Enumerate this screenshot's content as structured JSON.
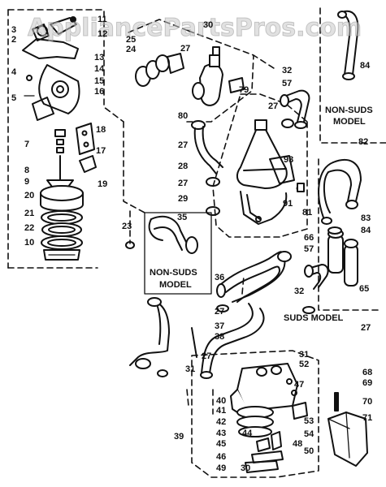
{
  "watermark": "AppliancePartsPros.com",
  "labels": {
    "non_suds_top_1": "NON-SUDS",
    "non_suds_top_2": "MODEL",
    "non_suds_mid_1": "NON-SUDS",
    "non_suds_mid_2": "MODEL",
    "suds_model": "SUDS MODEL"
  },
  "callouts": [
    "11",
    "3",
    "12",
    "2",
    "13",
    "14",
    "4",
    "15",
    "16",
    "5",
    "25",
    "24",
    "30",
    "27",
    "32",
    "57",
    "84",
    "79",
    "80",
    "27",
    "27",
    "93",
    "82",
    "28",
    "27",
    "29",
    "91",
    "81",
    "83",
    "84",
    "7",
    "18",
    "17",
    "8",
    "19",
    "9",
    "20",
    "21",
    "22",
    "10",
    "23",
    "35",
    "66",
    "57",
    "65",
    "36",
    "27",
    "37",
    "38",
    "32",
    "27",
    "27",
    "31",
    "31",
    "52",
    "39",
    "40",
    "41",
    "42",
    "43",
    "44",
    "45",
    "46",
    "49",
    "47",
    "30",
    "48",
    "50",
    "53",
    "54",
    "68",
    "69",
    "70",
    "71"
  ]
}
